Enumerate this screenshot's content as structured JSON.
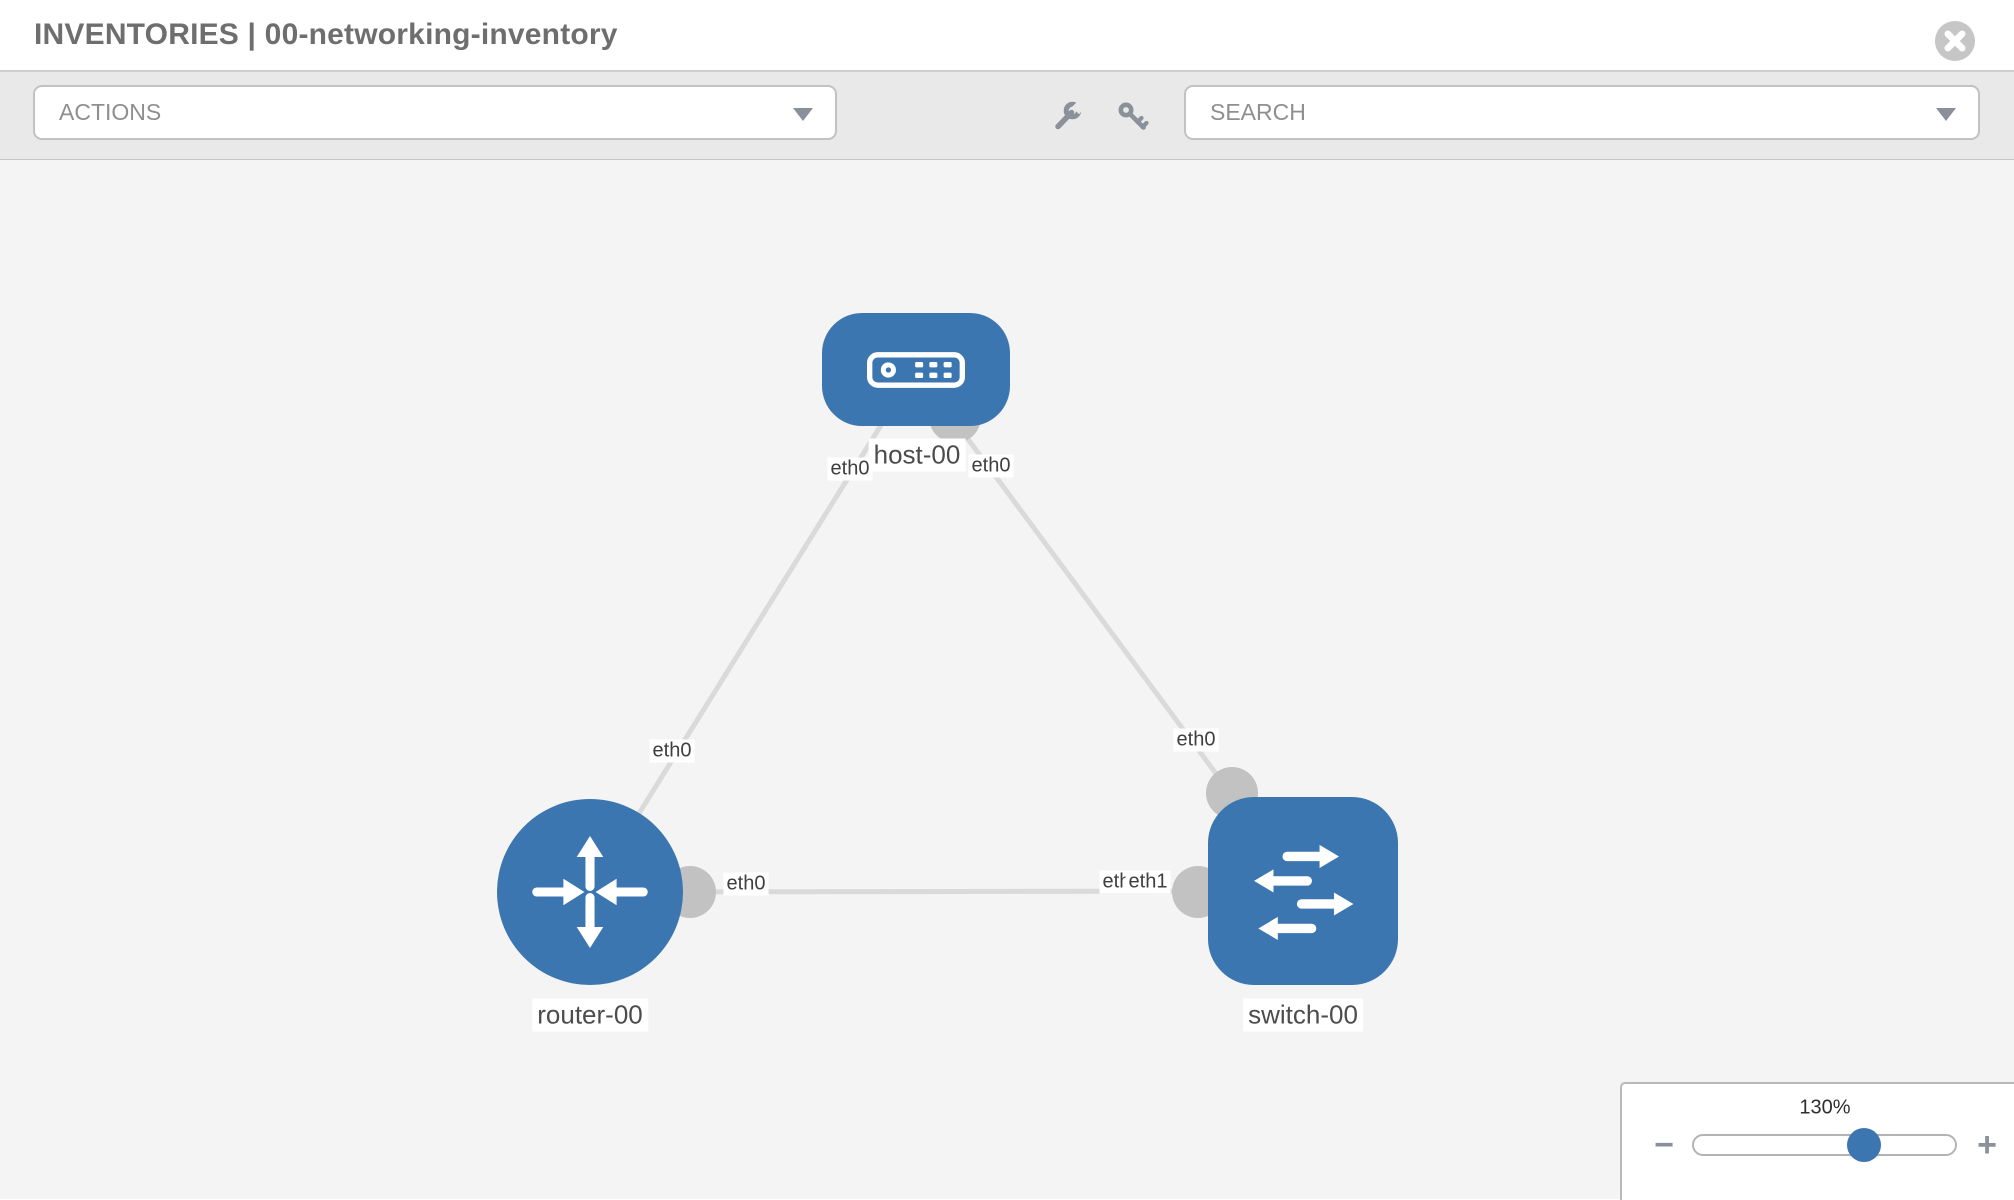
{
  "window": {
    "title": "INVENTORIES | 00-networking-inventory"
  },
  "toolbar": {
    "actions_label": "ACTIONS",
    "search_label": "SEARCH",
    "tools": [
      "wrench-icon",
      "key-icon"
    ]
  },
  "topology": {
    "nodes": [
      {
        "id": "host-00",
        "type": "host",
        "label": "host-00"
      },
      {
        "id": "router-00",
        "type": "router",
        "label": "router-00"
      },
      {
        "id": "switch-00",
        "type": "switch",
        "label": "switch-00"
      }
    ],
    "links": [
      {
        "from": "host-00",
        "to": "router-00",
        "from_interface": "eth0",
        "to_interface": "eth0"
      },
      {
        "from": "host-00",
        "to": "switch-00",
        "from_interface": "eth0",
        "to_interface": "eth0"
      },
      {
        "from": "router-00",
        "to": "switch-00",
        "from_interface": "eth0",
        "to_interface": "eth1"
      }
    ],
    "interface_labels": [
      {
        "text": "eth0"
      },
      {
        "text": "eth0"
      },
      {
        "text": "eth0"
      },
      {
        "text": "eth0"
      },
      {
        "text": "eth0"
      },
      {
        "text": "eth0"
      },
      {
        "text": "eth1"
      }
    ]
  },
  "zoom_control": {
    "level": "130%",
    "minus": "−",
    "plus": "+"
  },
  "colors": {
    "node_blue": "#3c76b0",
    "link_gray": "#dadada",
    "port_gray": "#c2c2c2",
    "toolbar_gray": "#e9e9e9",
    "canvas_gray": "#f4f4f5"
  }
}
